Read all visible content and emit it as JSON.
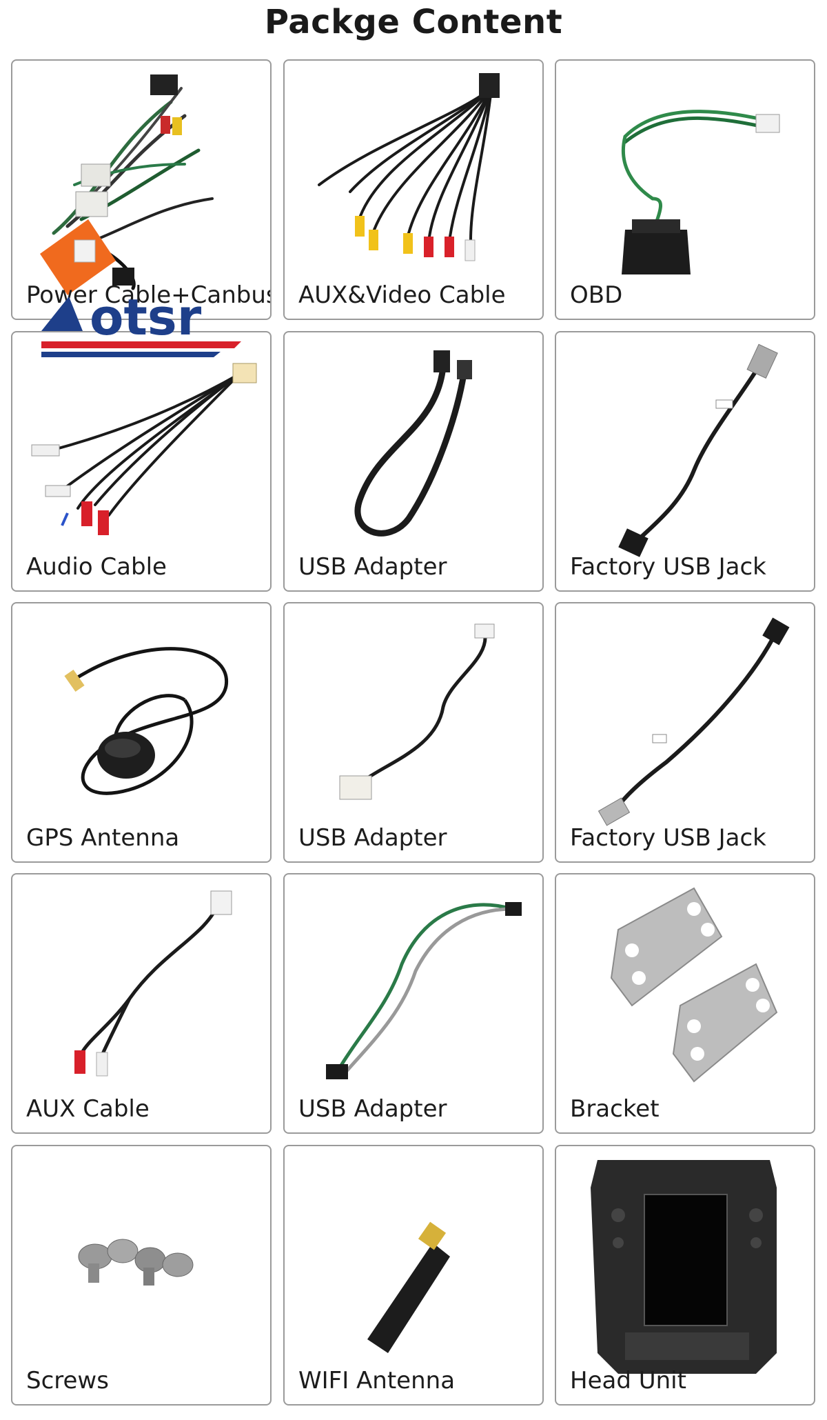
{
  "page": {
    "title": "Packge Content"
  },
  "brand": {
    "logo_text": "otsr",
    "accent_red": "#d8202a",
    "accent_blue": "#1e3f8a"
  },
  "items": [
    {
      "label": "Power Cable+Canbus",
      "icon": "power-cable-canbus-image"
    },
    {
      "label": "AUX&Video Cable",
      "icon": "aux-video-cable-image"
    },
    {
      "label": "OBD",
      "icon": "obd-cable-image"
    },
    {
      "label": "Audio Cable",
      "icon": "audio-cable-image"
    },
    {
      "label": "USB Adapter",
      "icon": "usb-adapter-image"
    },
    {
      "label": "Factory USB Jack",
      "icon": "factory-usb-jack-image"
    },
    {
      "label": "GPS Antenna",
      "icon": "gps-antenna-image"
    },
    {
      "label": "USB Adapter",
      "icon": "usb-adapter-image"
    },
    {
      "label": "Factory USB Jack",
      "icon": "factory-usb-jack-image"
    },
    {
      "label": "AUX Cable",
      "icon": "aux-cable-image"
    },
    {
      "label": "USB Adapter",
      "icon": "usb-adapter-image"
    },
    {
      "label": "Bracket",
      "icon": "bracket-image"
    },
    {
      "label": "Screws",
      "icon": "screws-image"
    },
    {
      "label": "WIFI Antenna",
      "icon": "wifi-antenna-image"
    },
    {
      "label": "Head Unit",
      "icon": "head-unit-image"
    }
  ]
}
